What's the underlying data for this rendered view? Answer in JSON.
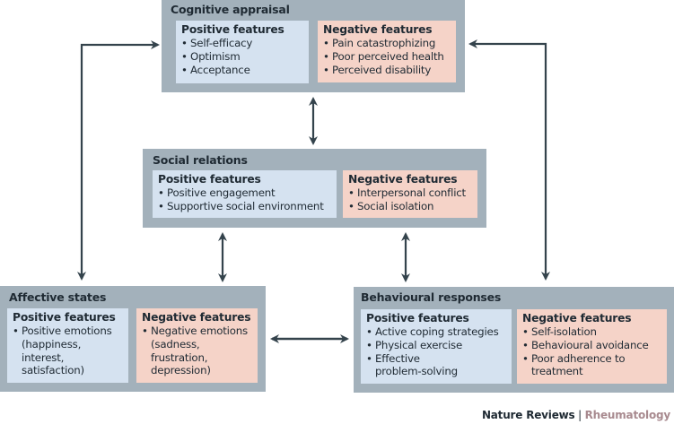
{
  "colors": {
    "group_bg": "#a3b1bb",
    "positive_bg": "#d5e2f0",
    "negative_bg": "#f5d3c8",
    "arrow": "#34434c",
    "journal_accent": "#a88a8f"
  },
  "groups": {
    "cognitive": {
      "title": "Cognitive appraisal",
      "positive": {
        "title": "Positive features",
        "items": [
          "Self-efficacy",
          "Optimism",
          "Acceptance"
        ]
      },
      "negative": {
        "title": "Negative features",
        "items": [
          "Pain catastrophizing",
          "Poor perceived health",
          "Perceived disability"
        ]
      }
    },
    "social": {
      "title": "Social relations",
      "positive": {
        "title": "Positive features",
        "items": [
          "Positive engagement",
          "Supportive social environment"
        ]
      },
      "negative": {
        "title": "Negative features",
        "items": [
          "Interpersonal conflict",
          "Social isolation"
        ]
      }
    },
    "affective": {
      "title": "Affective states",
      "positive": {
        "title": "Positive features",
        "items": [
          "Positive emotions",
          "(happiness,",
          "interest,",
          "satisfaction)"
        ]
      },
      "negative": {
        "title": "Negative features",
        "items": [
          "Negative emotions",
          "(sadness,",
          "frustration,",
          "depression)"
        ]
      }
    },
    "behavioural": {
      "title": "Behavioural responses",
      "positive": {
        "title": "Positive features",
        "items": [
          "Active coping strategies",
          "Physical exercise",
          "Effective",
          "problem-solving"
        ]
      },
      "negative": {
        "title": "Negative features",
        "items": [
          "Self-isolation",
          "Behavioural avoidance",
          "Poor adherence to",
          "treatment"
        ]
      }
    }
  },
  "connections": [
    {
      "from": "affective",
      "to": "cognitive",
      "type": "bidirectional"
    },
    {
      "from": "cognitive",
      "to": "social",
      "type": "bidirectional"
    },
    {
      "from": "social",
      "to": "affective",
      "type": "bidirectional"
    },
    {
      "from": "social",
      "to": "behavioural",
      "type": "bidirectional"
    },
    {
      "from": "affective",
      "to": "behavioural",
      "type": "bidirectional"
    },
    {
      "from": "behavioural",
      "to": "cognitive",
      "type": "bidirectional"
    }
  ],
  "footer": {
    "brand": "Nature Reviews",
    "separator": "|",
    "journal": "Rheumatology"
  }
}
